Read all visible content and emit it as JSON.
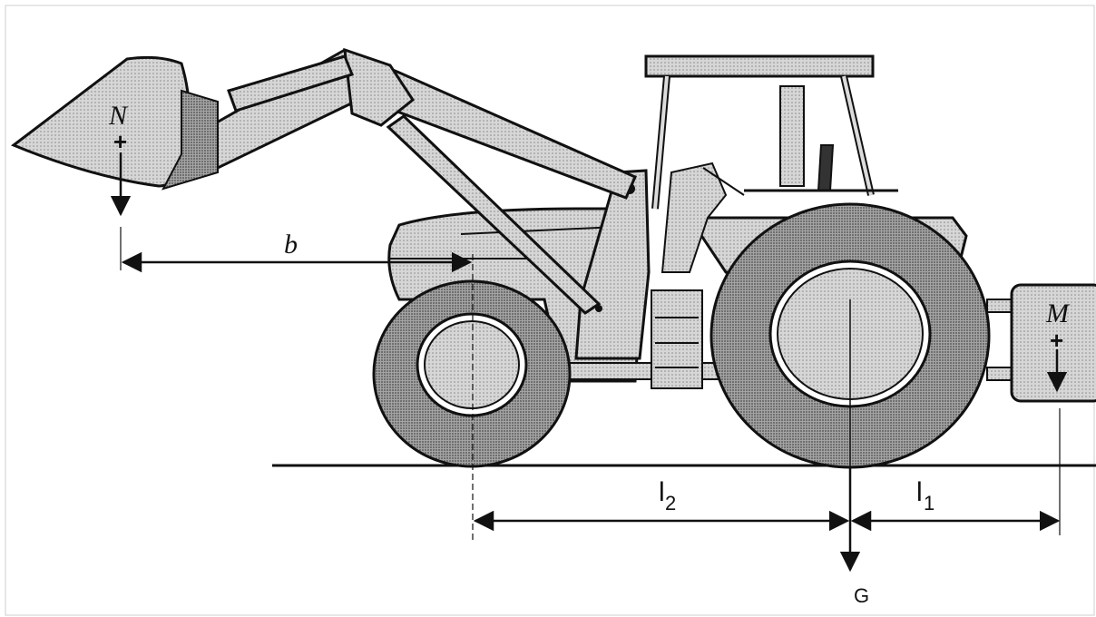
{
  "diagram": {
    "labels": {
      "front_load": "N",
      "counterweight": "M",
      "weight": "G",
      "dist_b": "b",
      "dist_l1": "l",
      "dist_l1_sub": "1",
      "dist_l2": "l",
      "dist_l2_sub": "2",
      "plus": "+"
    },
    "colors": {
      "line": "#111111",
      "fill_light": "#dcdcdc",
      "fill_mid": "#c2c2c2",
      "fill_tire": "#9a9a9a",
      "background": "#ffffff"
    }
  }
}
